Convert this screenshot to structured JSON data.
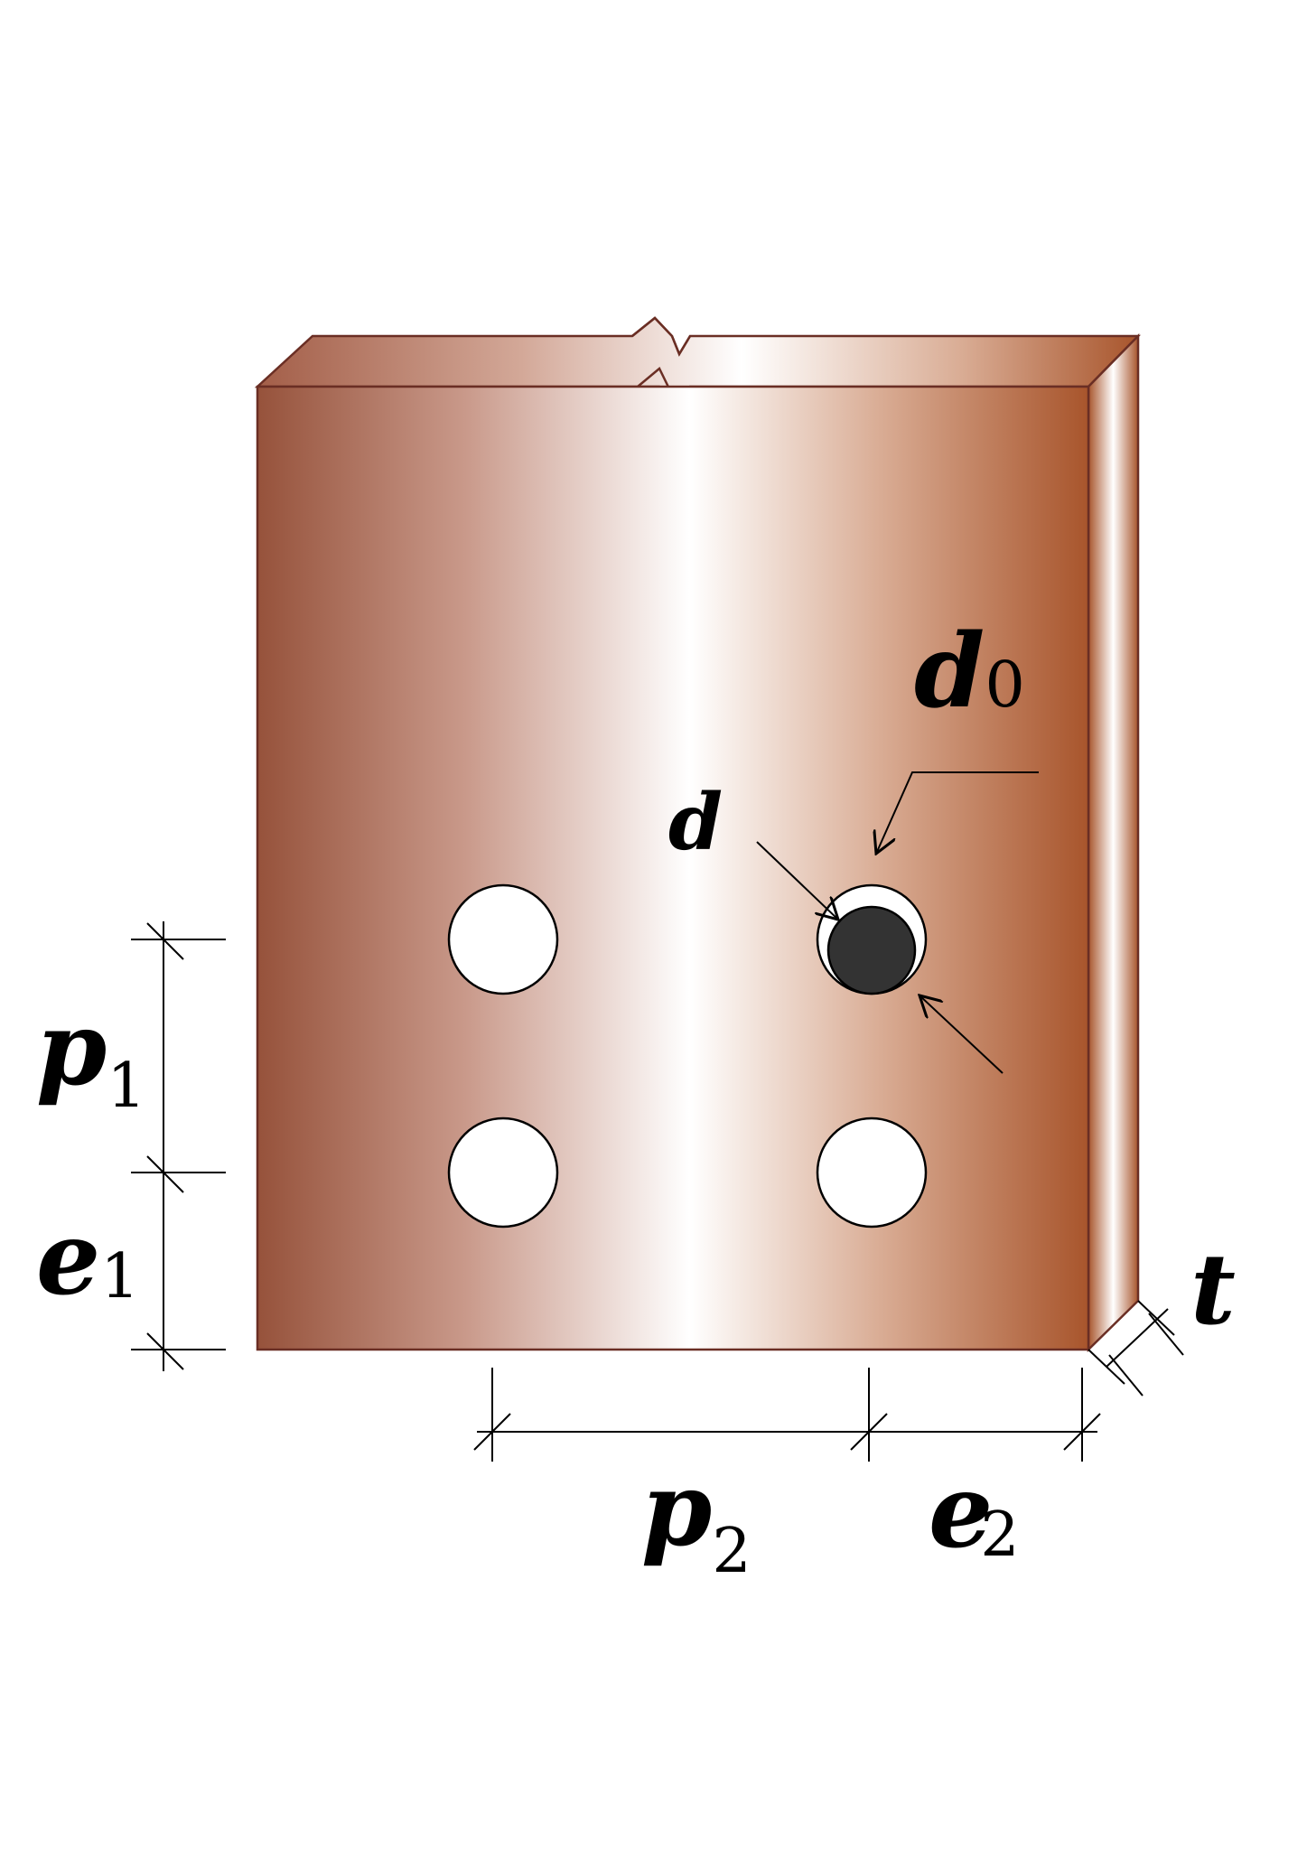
{
  "colors": {
    "copper_dark": "#9a5540",
    "copper_light": "#ffffff",
    "copper_edge_right": "#a8552c",
    "outline": "#6a2e24",
    "bolt": "#333333",
    "line": "#000000"
  },
  "labels": {
    "d0": {
      "main": "d",
      "sub": "0"
    },
    "d": {
      "main": "d"
    },
    "p1": {
      "main": "p",
      "sub": "1"
    },
    "e1": {
      "main": "e",
      "sub": "1"
    },
    "p2": {
      "main": "p",
      "sub": "2"
    },
    "e2": {
      "main": "e",
      "sub": "2"
    },
    "t": {
      "main": "t"
    }
  },
  "holes": [
    {
      "name": "hole-top-left",
      "bolt": false
    },
    {
      "name": "hole-top-right",
      "bolt": true
    },
    {
      "name": "hole-bottom-left",
      "bolt": false
    },
    {
      "name": "hole-bottom-right",
      "bolt": false
    }
  ]
}
